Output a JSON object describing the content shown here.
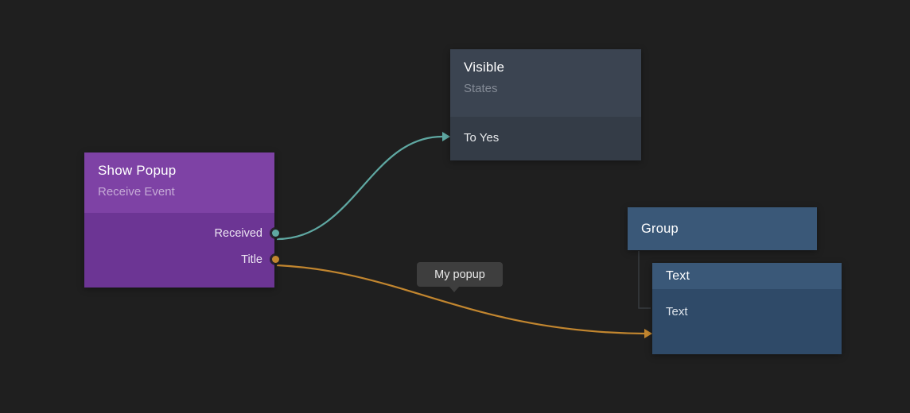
{
  "nodes": {
    "show_popup": {
      "title": "Show Popup",
      "subtitle": "Receive Event",
      "ports": [
        {
          "label": "Received",
          "color": "#5fa8a2"
        },
        {
          "label": "Title",
          "color": "#c2862f"
        }
      ],
      "header_color": "#7e42a5",
      "body_color": "#6c3594"
    },
    "visible": {
      "title": "Visible",
      "subtitle": "States",
      "ports": [
        {
          "label": "To Yes",
          "color": "#5fa8a2"
        }
      ],
      "header_color": "#3b4451",
      "body_color": "#343c47"
    },
    "group": {
      "title": "Group",
      "color": "#3a5878"
    },
    "text": {
      "title": "Text",
      "ports": [
        {
          "label": "Text",
          "color": "#c2862f"
        }
      ],
      "header_color": "#3a5878",
      "body_color": "#2f4a68"
    }
  },
  "connections": [
    {
      "from": "Show Popup.Received",
      "to": "Visible.To Yes",
      "color": "#5fa8a2"
    },
    {
      "from": "Show Popup.Title",
      "to": "Text.Text",
      "color": "#c2862f"
    }
  ],
  "tooltip": {
    "label": "My popup",
    "background": "#3e3e3e"
  },
  "colors": {
    "canvas_background": "#1f1f1f"
  }
}
